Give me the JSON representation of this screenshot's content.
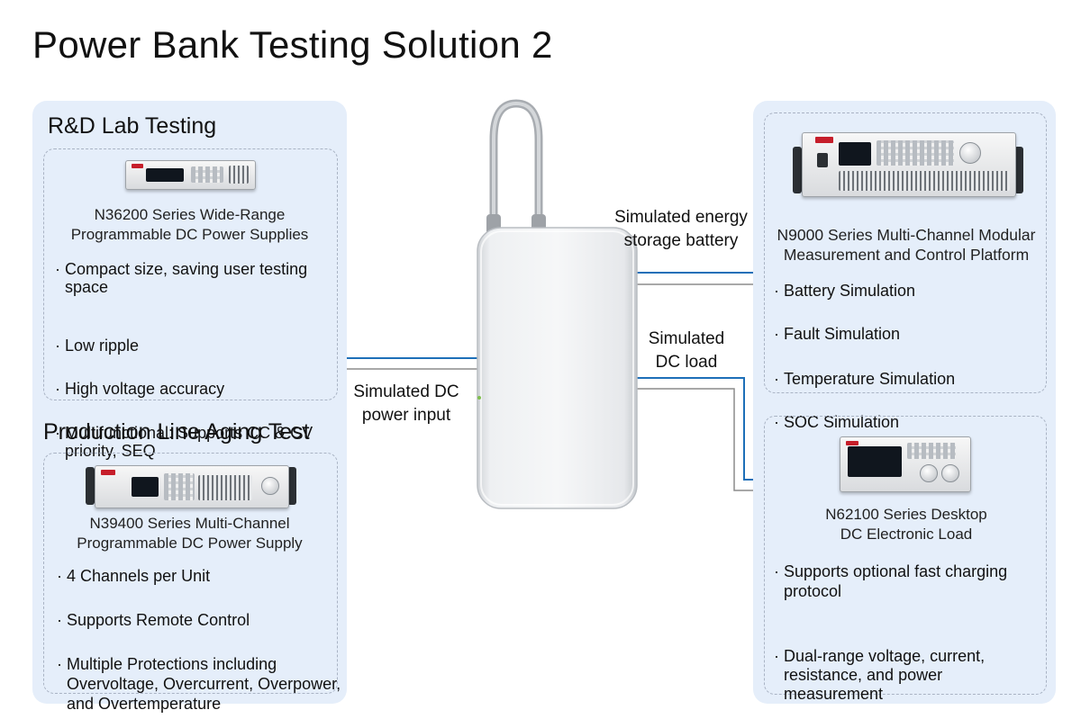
{
  "title": "Power Bank Testing Solution 2",
  "left_panel": {
    "rd_section": {
      "title": "R&D Lab Testing",
      "product": {
        "name_lines": [
          "N36200 Series Wide-Range",
          "Programmable DC Power Supplies"
        ],
        "features": [
          "Compact size, saving user testing space",
          "Low ripple",
          "High voltage accuracy",
          "Multifunctional: Supports CC & CV priority, SEQ"
        ]
      }
    },
    "production_section": {
      "title": "Production Line Aging Test",
      "product": {
        "name_lines": [
          "N39400 Series Multi-Channel",
          "Programmable DC Power Supply"
        ],
        "features": [
          "4 Channels per Unit",
          "Supports Remote Control",
          "Multiple Protections including Overvoltage, Overcurrent, Overpower, and Overtemperature"
        ]
      }
    }
  },
  "center": {
    "device": "power bank",
    "labels": {
      "power_input": [
        "Simulated DC",
        "power input"
      ],
      "energy_storage": [
        "Simulated energy",
        "storage battery"
      ],
      "dc_load": [
        "Simulated",
        "DC load"
      ]
    }
  },
  "right_panel": {
    "n9000": {
      "name_lines": [
        "N9000 Series Multi-Channel Modular",
        "Measurement and Control Platform"
      ],
      "features": [
        "Battery Simulation",
        "Fault Simulation",
        "Temperature Simulation",
        "SOC Simulation"
      ]
    },
    "n62100": {
      "name_lines": [
        "N62100 Series Desktop",
        "DC Electronic Load"
      ],
      "features": [
        "Supports optional fast charging protocol",
        "Dual-range voltage, current, resistance, and power measurement"
      ]
    }
  },
  "colors": {
    "panel_bg": "#e5eefa",
    "dashed_border": "#a9b3c4",
    "line_blue": "#1d6fb8",
    "line_gray": "#8c8c8c",
    "brand_red": "#c61e2a"
  }
}
